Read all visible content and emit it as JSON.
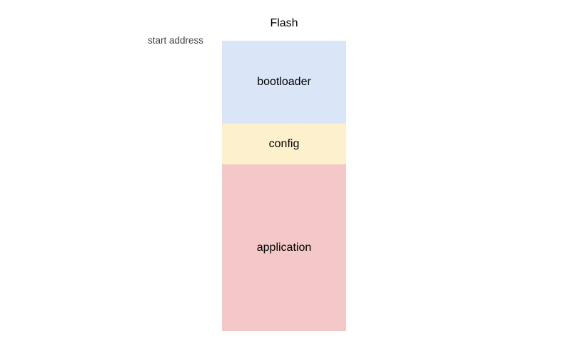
{
  "title": "Flash",
  "start_label": "start address",
  "regions": [
    {
      "label": "bootloader",
      "color": "#dae6f8"
    },
    {
      "label": "config",
      "color": "#fdf1cd"
    },
    {
      "label": "application",
      "color": "#f4c8c8"
    }
  ]
}
